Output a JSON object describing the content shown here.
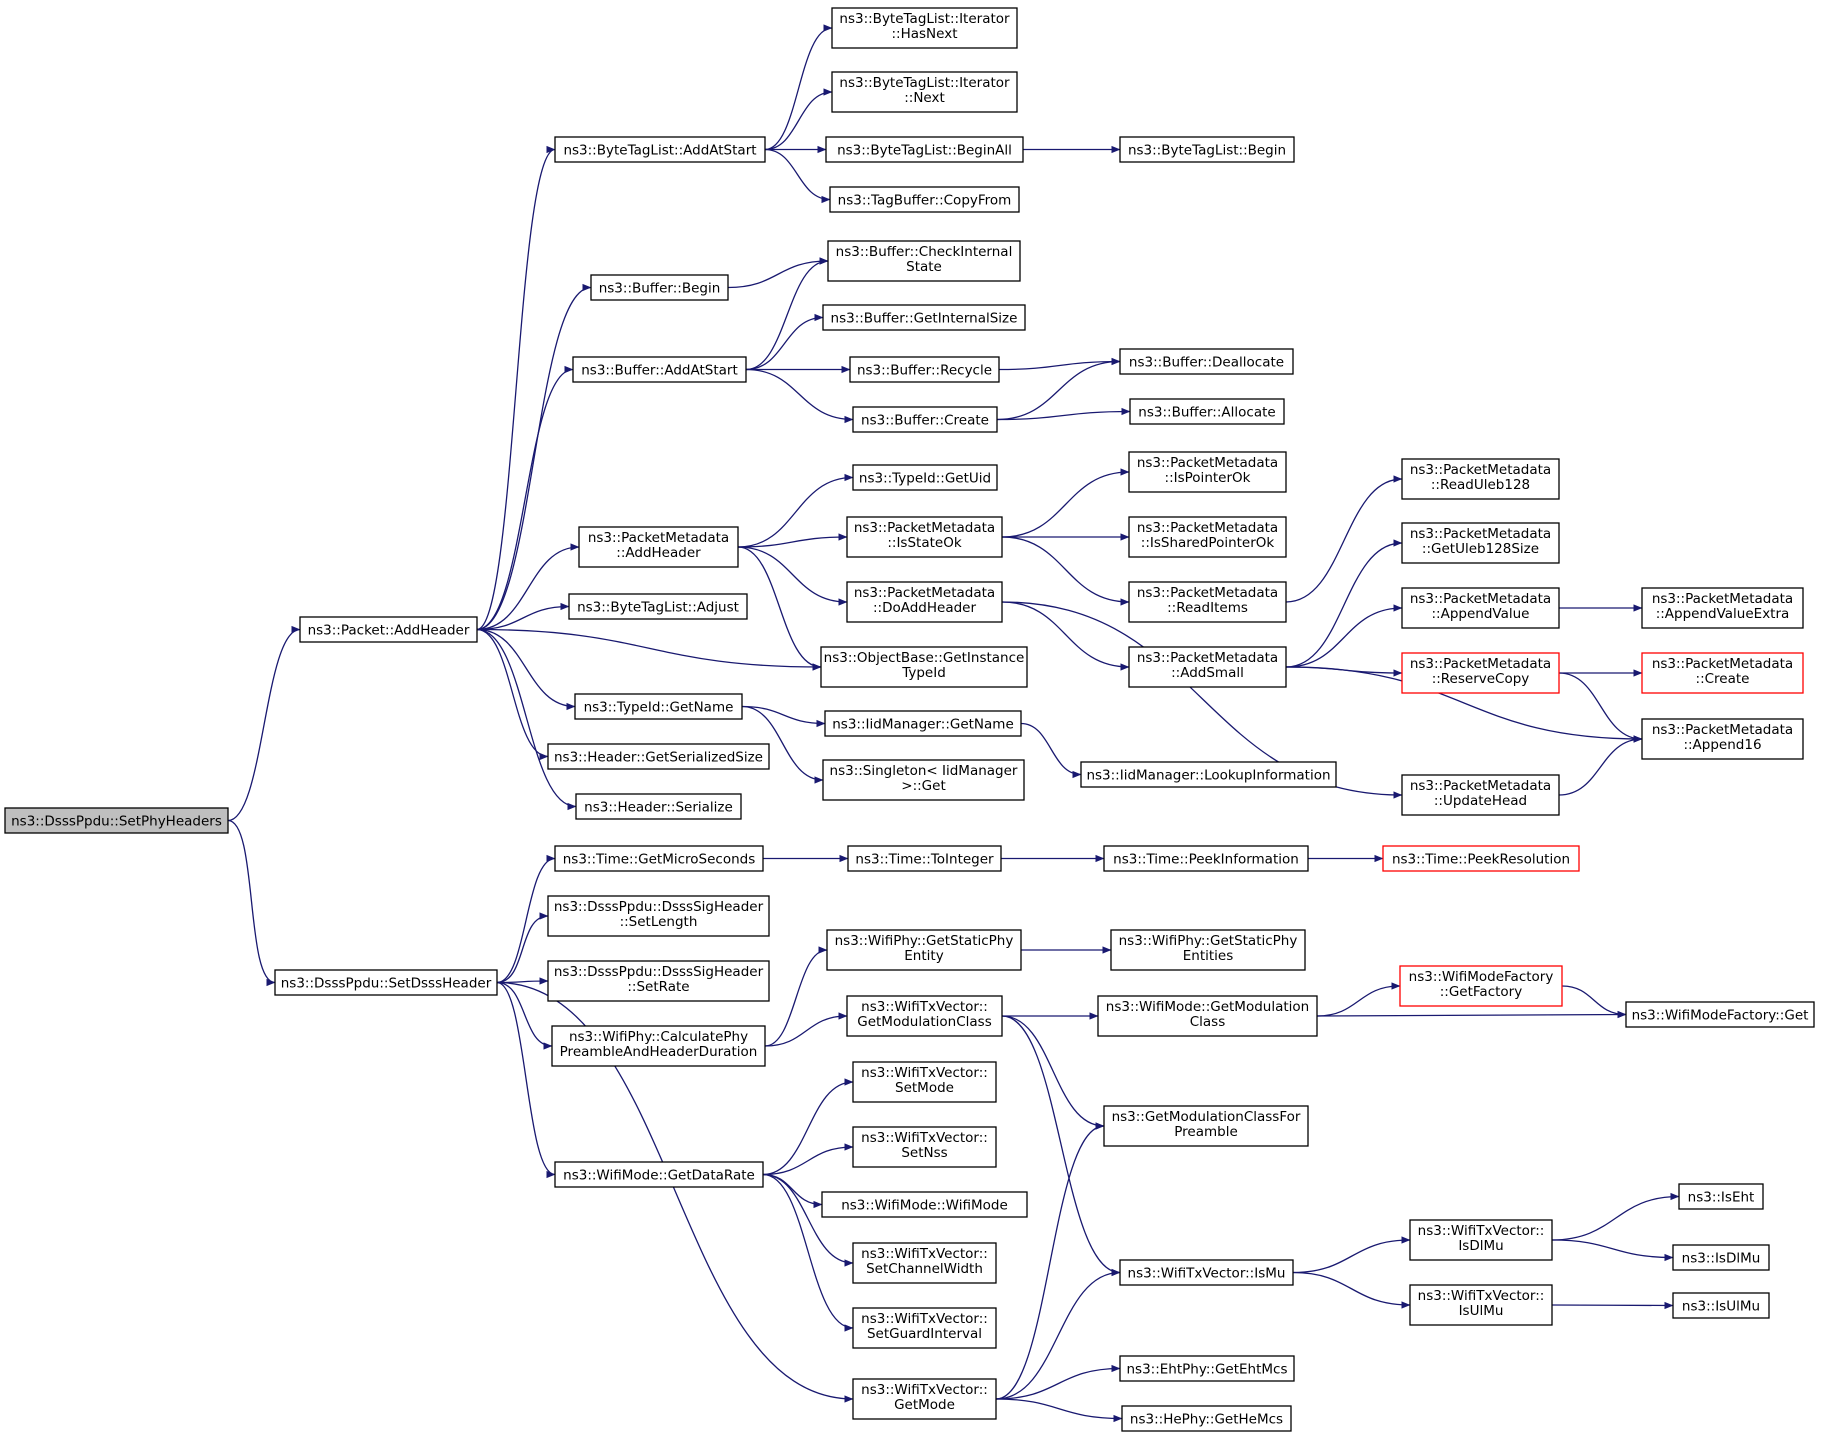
{
  "colors": {
    "edge": "#191970",
    "border": "#000000",
    "border_truncated": "#ff0000",
    "root_fill": "#bfbfbf"
  },
  "nodes": [
    {
      "id": "setphyheaders",
      "lines": [
        "ns3::DsssPpdu::SetPhyHeaders"
      ],
      "root": true
    },
    {
      "id": "packet-addheader",
      "lines": [
        "ns3::Packet::AddHeader"
      ]
    },
    {
      "id": "setdsssheader",
      "lines": [
        "ns3::DsssPpdu::SetDsssHeader"
      ]
    },
    {
      "id": "btl-addatstart",
      "lines": [
        "ns3::ByteTagList::AddAtStart"
      ]
    },
    {
      "id": "buffer-begin",
      "lines": [
        "ns3::Buffer::Begin"
      ]
    },
    {
      "id": "buffer-addatstart",
      "lines": [
        "ns3::Buffer::AddAtStart"
      ]
    },
    {
      "id": "pm-addheader",
      "lines": [
        "ns3::PacketMetadata",
        "::AddHeader"
      ]
    },
    {
      "id": "btl-adjust",
      "lines": [
        "ns3::ByteTagList::Adjust"
      ]
    },
    {
      "id": "typeid-getname",
      "lines": [
        "ns3::TypeId::GetName"
      ]
    },
    {
      "id": "header-getserializedsize",
      "lines": [
        "ns3::Header::GetSerializedSize"
      ]
    },
    {
      "id": "header-serialize",
      "lines": [
        "ns3::Header::Serialize"
      ]
    },
    {
      "id": "btl-it-hasnext",
      "lines": [
        "ns3::ByteTagList::Iterator",
        "::HasNext"
      ]
    },
    {
      "id": "btl-it-next",
      "lines": [
        "ns3::ByteTagList::Iterator",
        "::Next"
      ]
    },
    {
      "id": "btl-beginall",
      "lines": [
        "ns3::ByteTagList::BeginAll"
      ]
    },
    {
      "id": "tagbuffer-copyfrom",
      "lines": [
        "ns3::TagBuffer::CopyFrom"
      ]
    },
    {
      "id": "btl-begin",
      "lines": [
        "ns3::ByteTagList::Begin"
      ]
    },
    {
      "id": "buffer-checkinternalstate",
      "lines": [
        "ns3::Buffer::CheckInternal",
        "State"
      ]
    },
    {
      "id": "buffer-getinternalsize",
      "lines": [
        "ns3::Buffer::GetInternalSize"
      ]
    },
    {
      "id": "buffer-recycle",
      "lines": [
        "ns3::Buffer::Recycle"
      ]
    },
    {
      "id": "buffer-create",
      "lines": [
        "ns3::Buffer::Create"
      ]
    },
    {
      "id": "buffer-deallocate",
      "lines": [
        "ns3::Buffer::Deallocate"
      ]
    },
    {
      "id": "buffer-allocate",
      "lines": [
        "ns3::Buffer::Allocate"
      ]
    },
    {
      "id": "typeid-getuid",
      "lines": [
        "ns3::TypeId::GetUid"
      ]
    },
    {
      "id": "pm-isstateok",
      "lines": [
        "ns3::PacketMetadata",
        "::IsStateOk"
      ]
    },
    {
      "id": "pm-doaddheader",
      "lines": [
        "ns3::PacketMetadata",
        "::DoAddHeader"
      ]
    },
    {
      "id": "objectbase-getinstancetypeid",
      "lines": [
        "ns3::ObjectBase::GetInstance",
        "TypeId"
      ]
    },
    {
      "id": "pm-ispointerok",
      "lines": [
        "ns3::PacketMetadata",
        "::IsPointerOk"
      ]
    },
    {
      "id": "pm-issharedpointerok",
      "lines": [
        "ns3::PacketMetadata",
        "::IsSharedPointerOk"
      ]
    },
    {
      "id": "pm-readitems",
      "lines": [
        "ns3::PacketMetadata",
        "::ReadItems"
      ]
    },
    {
      "id": "pm-addsmall",
      "lines": [
        "ns3::PacketMetadata",
        "::AddSmall"
      ]
    },
    {
      "id": "pm-readuleb128",
      "lines": [
        "ns3::PacketMetadata",
        "::ReadUleb128"
      ]
    },
    {
      "id": "pm-getuleb128size",
      "lines": [
        "ns3::PacketMetadata",
        "::GetUleb128Size"
      ]
    },
    {
      "id": "pm-appendvalue",
      "lines": [
        "ns3::PacketMetadata",
        "::AppendValue"
      ]
    },
    {
      "id": "pm-reservecopy",
      "lines": [
        "ns3::PacketMetadata",
        "::ReserveCopy"
      ],
      "truncated": true
    },
    {
      "id": "pm-updatehead",
      "lines": [
        "ns3::PacketMetadata",
        "::UpdateHead"
      ]
    },
    {
      "id": "pm-appendvalueextra",
      "lines": [
        "ns3::PacketMetadata",
        "::AppendValueExtra"
      ]
    },
    {
      "id": "pm-create",
      "lines": [
        "ns3::PacketMetadata",
        "::Create"
      ],
      "truncated": true
    },
    {
      "id": "pm-append16",
      "lines": [
        "ns3::PacketMetadata",
        "::Append16"
      ]
    },
    {
      "id": "iidmanager-getname",
      "lines": [
        "ns3::IidManager::GetName"
      ]
    },
    {
      "id": "singleton-get",
      "lines": [
        "ns3::Singleton< IidManager",
        ">::Get"
      ]
    },
    {
      "id": "iidmanager-lookupinformation",
      "lines": [
        "ns3::IidManager::LookupInformation"
      ]
    },
    {
      "id": "time-getmicroseconds",
      "lines": [
        "ns3::Time::GetMicroSeconds"
      ]
    },
    {
      "id": "sigheader-setlength",
      "lines": [
        "ns3::DsssPpdu::DsssSigHeader",
        "::SetLength"
      ]
    },
    {
      "id": "sigheader-setrate",
      "lines": [
        "ns3::DsssPpdu::DsssSigHeader",
        "::SetRate"
      ]
    },
    {
      "id": "wifiphy-calcpreamble",
      "lines": [
        "ns3::WifiPhy::CalculatePhy",
        "PreambleAndHeaderDuration"
      ]
    },
    {
      "id": "wifimode-getdatarate",
      "lines": [
        "ns3::WifiMode::GetDataRate"
      ]
    },
    {
      "id": "time-tointeger",
      "lines": [
        "ns3::Time::ToInteger"
      ]
    },
    {
      "id": "time-peekinformation",
      "lines": [
        "ns3::Time::PeekInformation"
      ]
    },
    {
      "id": "time-peekresolution",
      "lines": [
        "ns3::Time::PeekResolution"
      ],
      "truncated": true
    },
    {
      "id": "wifiphy-getstaticphyentity",
      "lines": [
        "ns3::WifiPhy::GetStaticPhy",
        "Entity"
      ]
    },
    {
      "id": "wifiphy-getstaticphyentities",
      "lines": [
        "ns3::WifiPhy::GetStaticPhy",
        "Entities"
      ]
    },
    {
      "id": "txvector-getmodulationclass",
      "lines": [
        "ns3::WifiTxVector::",
        "GetModulationClass"
      ]
    },
    {
      "id": "wifimode-getmodulationclass",
      "lines": [
        "ns3::WifiMode::GetModulation",
        "Class"
      ]
    },
    {
      "id": "wifimodefactory-getfactory",
      "lines": [
        "ns3::WifiModeFactory",
        "::GetFactory"
      ],
      "truncated": true
    },
    {
      "id": "wifimodefactory-get",
      "lines": [
        "ns3::WifiModeFactory::Get"
      ]
    },
    {
      "id": "getmodclassforpreamble",
      "lines": [
        "ns3::GetModulationClassFor",
        "Preamble"
      ]
    },
    {
      "id": "txvector-setmode",
      "lines": [
        "ns3::WifiTxVector::",
        "SetMode"
      ]
    },
    {
      "id": "txvector-setnss",
      "lines": [
        "ns3::WifiTxVector::",
        "SetNss"
      ]
    },
    {
      "id": "wifimode-wifimode",
      "lines": [
        "ns3::WifiMode::WifiMode"
      ]
    },
    {
      "id": "txvector-setchannelwidth",
      "lines": [
        "ns3::WifiTxVector::",
        "SetChannelWidth"
      ]
    },
    {
      "id": "txvector-setguardinterval",
      "lines": [
        "ns3::WifiTxVector::",
        "SetGuardInterval"
      ]
    },
    {
      "id": "txvector-getmode",
      "lines": [
        "ns3::WifiTxVector::",
        "GetMode"
      ]
    },
    {
      "id": "txvector-ismu",
      "lines": [
        "ns3::WifiTxVector::IsMu"
      ]
    },
    {
      "id": "ehtphy-getehtmcs",
      "lines": [
        "ns3::EhtPhy::GetEhtMcs"
      ]
    },
    {
      "id": "hephy-gethemcs",
      "lines": [
        "ns3::HePhy::GetHeMcs"
      ]
    },
    {
      "id": "txvector-isdlmu",
      "lines": [
        "ns3::WifiTxVector::",
        "IsDlMu"
      ]
    },
    {
      "id": "txvector-isulmu",
      "lines": [
        "ns3::WifiTxVector::",
        "IsUlMu"
      ]
    },
    {
      "id": "iseht",
      "lines": [
        "ns3::IsEht"
      ]
    },
    {
      "id": "isdlmu",
      "lines": [
        "ns3::IsDlMu"
      ]
    },
    {
      "id": "isulmu",
      "lines": [
        "ns3::IsUlMu"
      ]
    }
  ],
  "edges": [
    [
      "setphyheaders",
      "packet-addheader"
    ],
    [
      "setphyheaders",
      "setdsssheader"
    ],
    [
      "packet-addheader",
      "btl-addatstart"
    ],
    [
      "packet-addheader",
      "buffer-begin"
    ],
    [
      "packet-addheader",
      "buffer-addatstart"
    ],
    [
      "packet-addheader",
      "pm-addheader"
    ],
    [
      "packet-addheader",
      "btl-adjust"
    ],
    [
      "packet-addheader",
      "objectbase-getinstancetypeid"
    ],
    [
      "packet-addheader",
      "typeid-getname"
    ],
    [
      "packet-addheader",
      "header-getserializedsize"
    ],
    [
      "packet-addheader",
      "header-serialize"
    ],
    [
      "btl-addatstart",
      "btl-it-hasnext"
    ],
    [
      "btl-addatstart",
      "btl-it-next"
    ],
    [
      "btl-addatstart",
      "btl-beginall"
    ],
    [
      "btl-addatstart",
      "tagbuffer-copyfrom"
    ],
    [
      "btl-beginall",
      "btl-begin"
    ],
    [
      "buffer-begin",
      "buffer-checkinternalstate"
    ],
    [
      "buffer-addatstart",
      "buffer-checkinternalstate"
    ],
    [
      "buffer-addatstart",
      "buffer-getinternalsize"
    ],
    [
      "buffer-addatstart",
      "buffer-recycle"
    ],
    [
      "buffer-addatstart",
      "buffer-create"
    ],
    [
      "buffer-recycle",
      "buffer-deallocate"
    ],
    [
      "buffer-create",
      "buffer-deallocate"
    ],
    [
      "buffer-create",
      "buffer-allocate"
    ],
    [
      "pm-addheader",
      "typeid-getuid"
    ],
    [
      "pm-addheader",
      "pm-isstateok"
    ],
    [
      "pm-addheader",
      "pm-doaddheader"
    ],
    [
      "pm-addheader",
      "objectbase-getinstancetypeid"
    ],
    [
      "pm-isstateok",
      "pm-ispointerok"
    ],
    [
      "pm-isstateok",
      "pm-issharedpointerok"
    ],
    [
      "pm-isstateok",
      "pm-readitems"
    ],
    [
      "pm-readitems",
      "pm-readuleb128"
    ],
    [
      "pm-doaddheader",
      "pm-addsmall"
    ],
    [
      "pm-doaddheader",
      "pm-updatehead"
    ],
    [
      "pm-addsmall",
      "pm-getuleb128size"
    ],
    [
      "pm-addsmall",
      "pm-appendvalue"
    ],
    [
      "pm-addsmall",
      "pm-reservecopy"
    ],
    [
      "pm-addsmall",
      "pm-append16"
    ],
    [
      "pm-appendvalue",
      "pm-appendvalueextra"
    ],
    [
      "pm-reservecopy",
      "pm-create"
    ],
    [
      "pm-reservecopy",
      "pm-append16"
    ],
    [
      "pm-updatehead",
      "pm-append16"
    ],
    [
      "typeid-getname",
      "iidmanager-getname"
    ],
    [
      "typeid-getname",
      "singleton-get"
    ],
    [
      "iidmanager-getname",
      "iidmanager-lookupinformation"
    ],
    [
      "setdsssheader",
      "time-getmicroseconds"
    ],
    [
      "setdsssheader",
      "sigheader-setlength"
    ],
    [
      "setdsssheader",
      "sigheader-setrate"
    ],
    [
      "setdsssheader",
      "wifiphy-calcpreamble"
    ],
    [
      "setdsssheader",
      "wifimode-getdatarate"
    ],
    [
      "setdsssheader",
      "txvector-getmode"
    ],
    [
      "time-getmicroseconds",
      "time-tointeger"
    ],
    [
      "time-tointeger",
      "time-peekinformation"
    ],
    [
      "time-peekinformation",
      "time-peekresolution"
    ],
    [
      "wifiphy-calcpreamble",
      "wifiphy-getstaticphyentity"
    ],
    [
      "wifiphy-calcpreamble",
      "txvector-getmodulationclass"
    ],
    [
      "wifiphy-getstaticphyentity",
      "wifiphy-getstaticphyentities"
    ],
    [
      "txvector-getmodulationclass",
      "wifimode-getmodulationclass"
    ],
    [
      "txvector-getmodulationclass",
      "getmodclassforpreamble"
    ],
    [
      "txvector-getmodulationclass",
      "txvector-ismu"
    ],
    [
      "wifimode-getmodulationclass",
      "wifimodefactory-getfactory"
    ],
    [
      "wifimode-getmodulationclass",
      "wifimodefactory-get"
    ],
    [
      "wifimodefactory-getfactory",
      "wifimodefactory-get"
    ],
    [
      "wifimode-getdatarate",
      "txvector-setmode"
    ],
    [
      "wifimode-getdatarate",
      "txvector-setnss"
    ],
    [
      "wifimode-getdatarate",
      "wifimode-wifimode"
    ],
    [
      "wifimode-getdatarate",
      "txvector-setchannelwidth"
    ],
    [
      "wifimode-getdatarate",
      "txvector-setguardinterval"
    ],
    [
      "txvector-getmode",
      "getmodclassforpreamble"
    ],
    [
      "txvector-getmode",
      "txvector-ismu"
    ],
    [
      "txvector-getmode",
      "ehtphy-getehtmcs"
    ],
    [
      "txvector-getmode",
      "hephy-gethemcs"
    ],
    [
      "txvector-ismu",
      "txvector-isdlmu"
    ],
    [
      "txvector-ismu",
      "txvector-isulmu"
    ],
    [
      "txvector-isdlmu",
      "iseht"
    ],
    [
      "txvector-isdlmu",
      "isdlmu"
    ],
    [
      "txvector-isulmu",
      "isulmu"
    ]
  ]
}
